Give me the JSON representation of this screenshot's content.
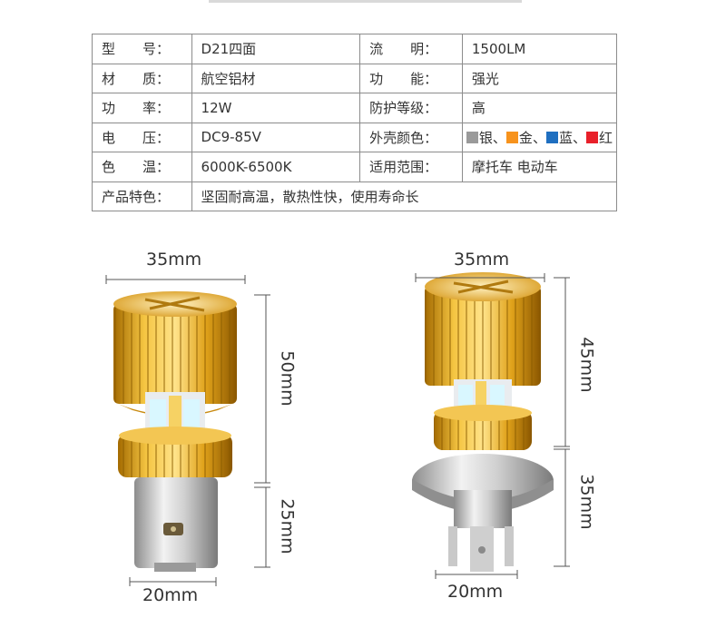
{
  "specs": {
    "rows": [
      {
        "k1": "型　　号：",
        "v1": "D21四面",
        "k2": "流　　明：",
        "v2": "1500LM"
      },
      {
        "k1": "材　　质：",
        "v1": "航空铝材",
        "k2": "功　　能：",
        "v2": "强光"
      },
      {
        "k1": "功　　率：",
        "v1": "12W",
        "k2": "防护等级：",
        "v2": "高"
      },
      {
        "k1": "电　　压：",
        "v1": "DC9-85V",
        "k2": "外壳颜色：",
        "v2": ""
      },
      {
        "k1": "色　　温：",
        "v1": "6000K-6500K",
        "k2": "适用范围：",
        "v2": "摩托车 电动车"
      }
    ],
    "feature_key": "产品特色：",
    "feature_value": "坚固耐高温，散热性快，使用寿命长",
    "colors": [
      {
        "name": "银",
        "swatch": "#9a9a9a"
      },
      {
        "name": "金",
        "swatch": "#f7931d"
      },
      {
        "name": "蓝",
        "swatch": "#1f6fc0"
      },
      {
        "name": "红",
        "swatch": "#e8202a"
      }
    ],
    "color_separator": "、"
  },
  "bulb_left": {
    "top_width": "35mm",
    "upper_height": "50mm",
    "lower_height": "25mm",
    "bottom_width": "20mm"
  },
  "bulb_right": {
    "top_width": "35mm",
    "upper_height": "45mm",
    "lower_height": "35mm",
    "bottom_width": "20mm"
  }
}
